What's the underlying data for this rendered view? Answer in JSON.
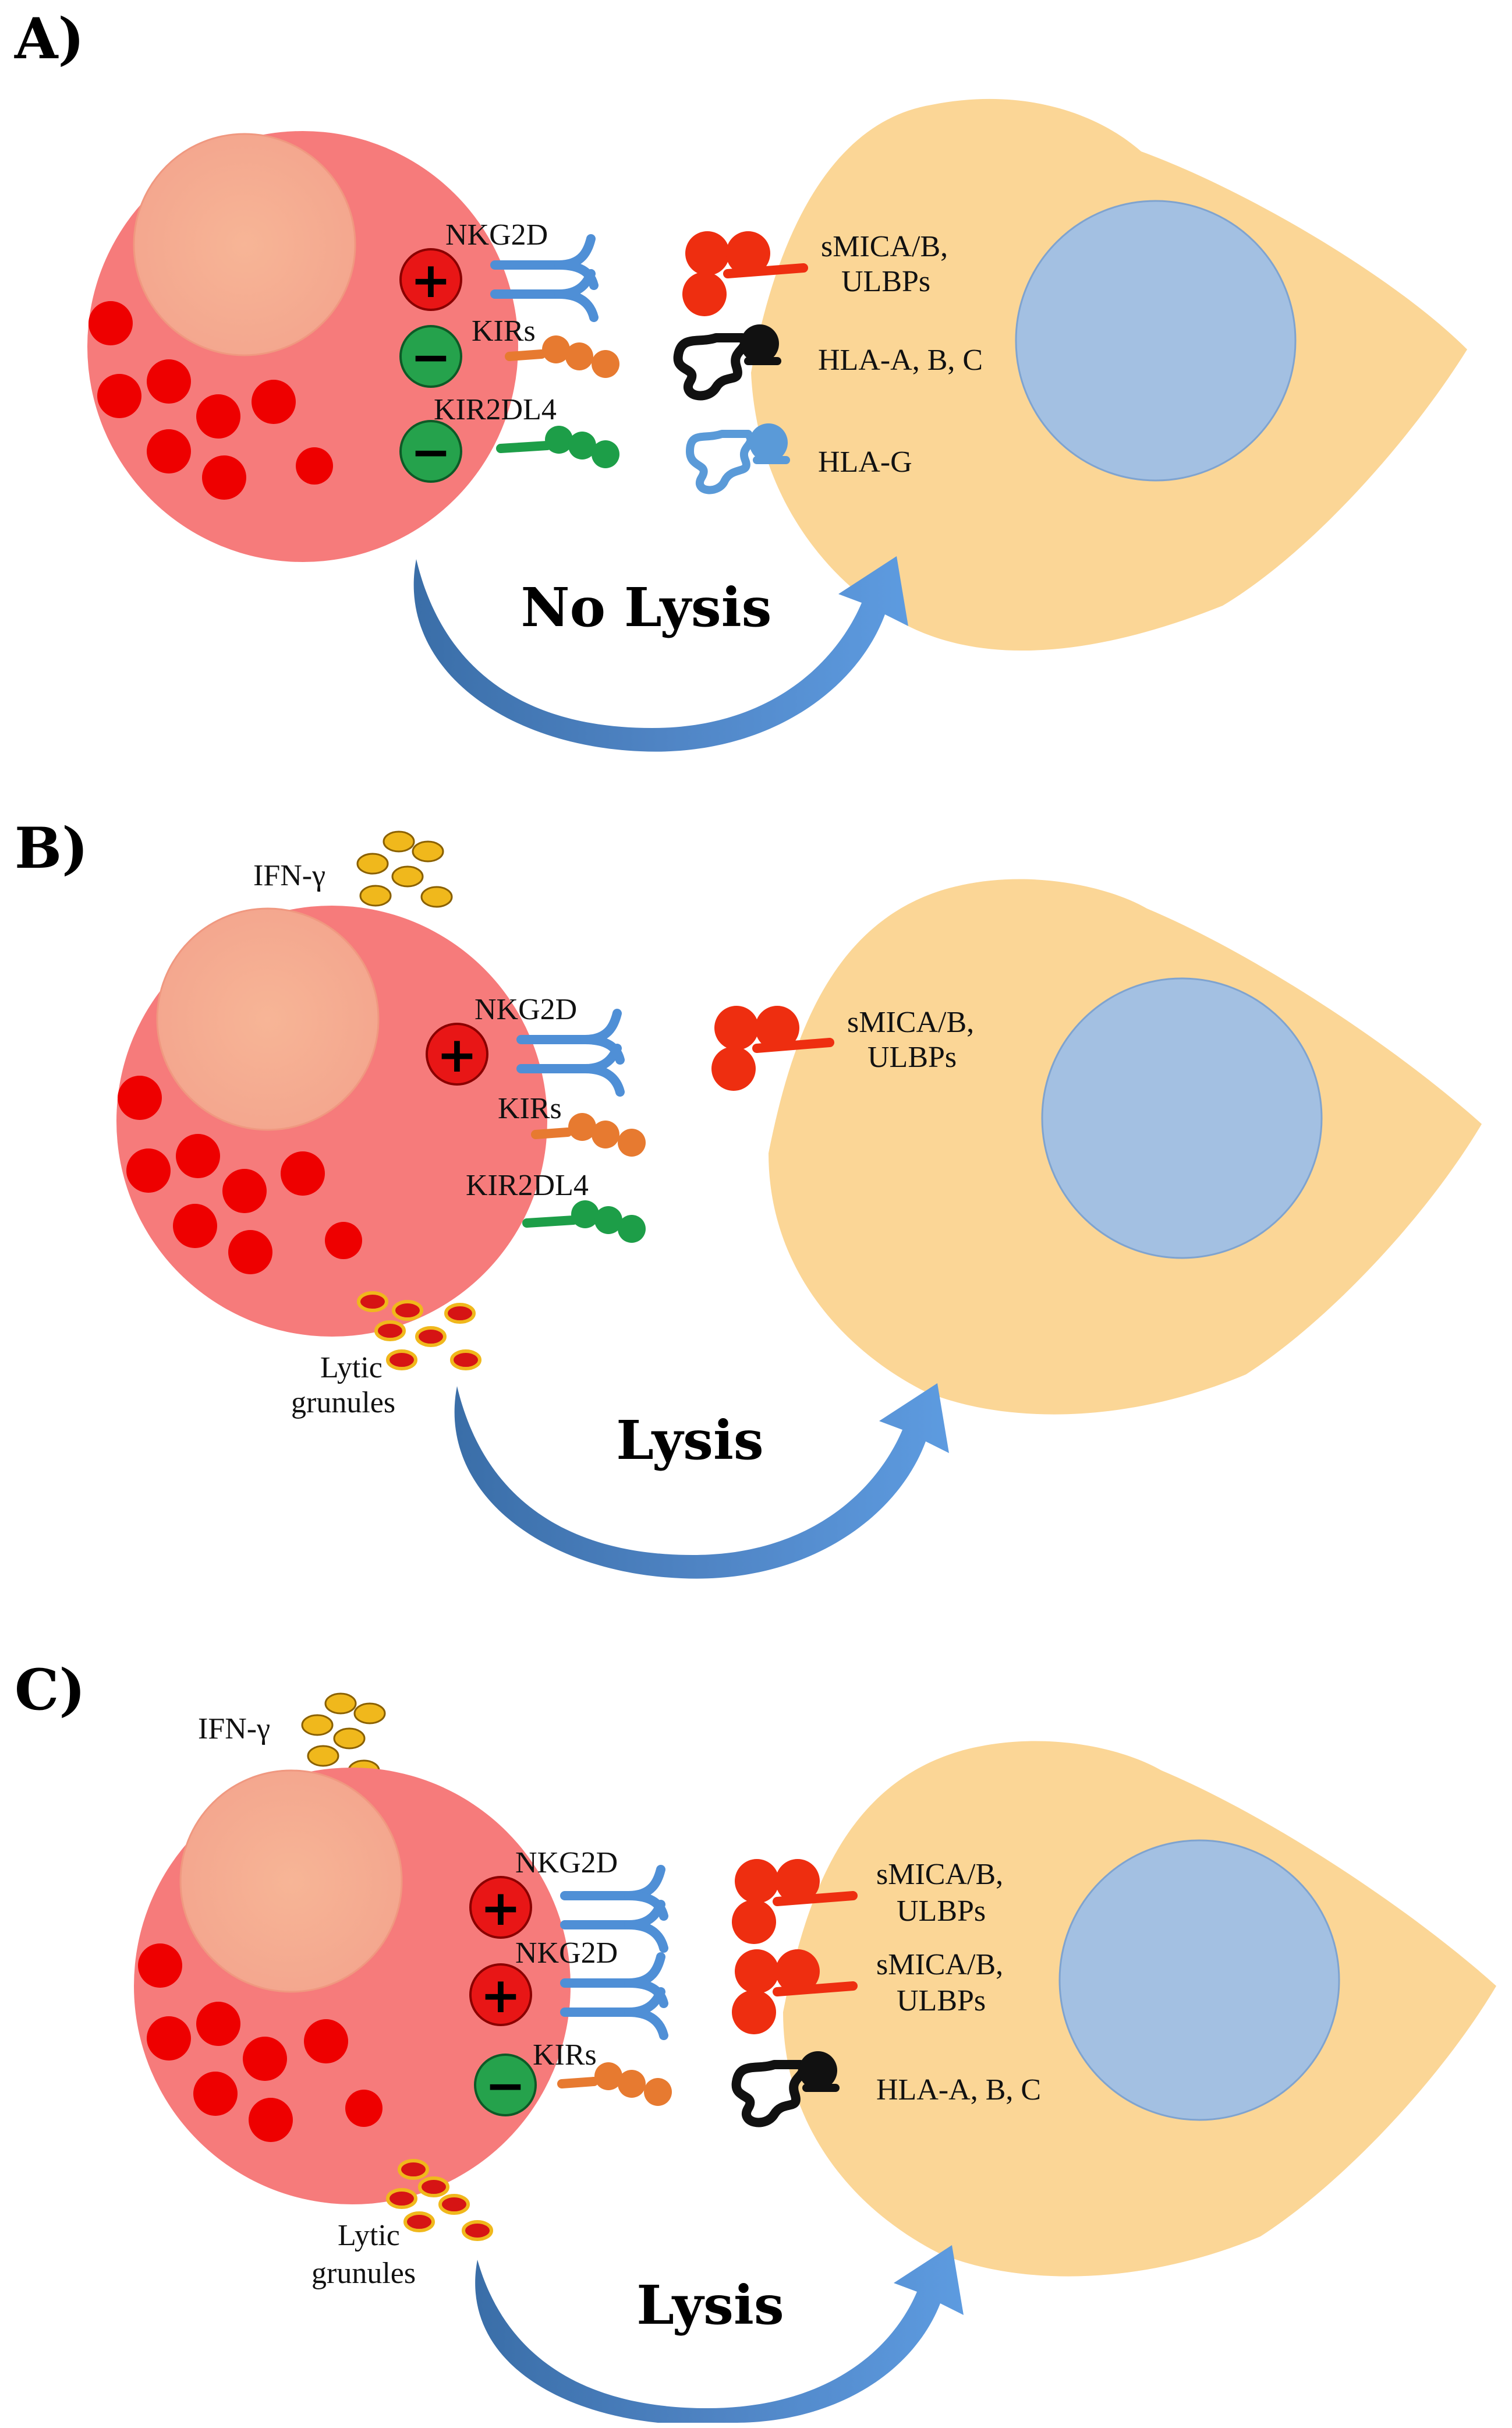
{
  "panels": [
    {
      "label": "A)",
      "receptor_labels": {
        "nkg2d": "NKG2D",
        "kirs": "KIRs",
        "kir2dl4": "KIR2DL4"
      },
      "ligand_labels": {
        "smica": "sMICA/B,",
        "ulbps": "ULBPs",
        "hla_abc": "HLA-A, B, C",
        "hla_g": "HLA-G"
      },
      "outcome": "No Lysis"
    },
    {
      "label": "B)",
      "ifn_label": "IFN-γ",
      "receptor_labels": {
        "nkg2d": "NKG2D",
        "kirs": "KIRs",
        "kir2dl4": "KIR2DL4"
      },
      "ligand_labels": {
        "smica": "sMICA/B,",
        "ulbps": "ULBPs"
      },
      "granule_label_1": "Lytic",
      "granule_label_2": "grunules",
      "outcome": "Lysis"
    },
    {
      "label": "C)",
      "ifn_label": "IFN-γ",
      "receptor_labels": {
        "nkg2d_1": "NKG2D",
        "nkg2d_2": "NKG2D",
        "kirs": "KIRs"
      },
      "ligand_labels": {
        "smica_1": "sMICA/B,",
        "ulbps_1": "ULBPs",
        "smica_2": "sMICA/B,",
        "ulbps_2": "ULBPs",
        "hla_abc": "HLA-A, B, C"
      },
      "granule_label_1": "Lytic",
      "granule_label_2": "grunules",
      "outcome": "Lysis"
    }
  ],
  "signs": {
    "activating": "+",
    "inhibitory": "−"
  },
  "colors": {
    "nk_cell": "#f67b7b",
    "nk_nucleus": "#f5ae92",
    "granule": "#ee0000",
    "target_cell": "#fbd696",
    "target_nucleus": "#a3c0e2",
    "nkg2d": "#4f8fd6",
    "kir": "#e77a30",
    "kir2dl4": "#1d9e48",
    "smica": "#ee2e10",
    "hla_abc": "#111111",
    "hla_g": "#5a9ad8",
    "ifn": "#f0b81c",
    "arrow": "#4f84c4",
    "plus_bg": "#e81616",
    "minus_bg": "#25a24c"
  }
}
